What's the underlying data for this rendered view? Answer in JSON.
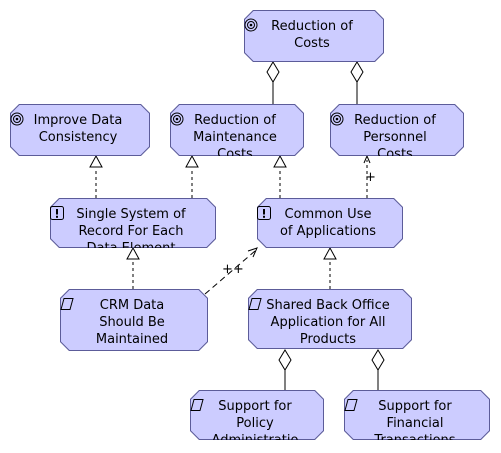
{
  "nodes": {
    "reduction_of_costs": {
      "label": "Reduction of\nCosts",
      "icon": "goal-icon"
    },
    "improve_data_consistency": {
      "label": "Improve Data\nConsistency",
      "icon": "goal-icon"
    },
    "reduction_of_maintenance_costs": {
      "label": "Reduction of\nMaintenance\nCosts",
      "icon": "goal-icon"
    },
    "reduction_of_personnel_costs": {
      "label": "Reduction of\nPersonnel\nCosts",
      "icon": "goal-icon"
    },
    "single_system_of_record": {
      "label": "Single System of\nRecord For Each\nData Element",
      "icon": "principle-icon"
    },
    "common_use_of_applications": {
      "label": "Common Use\nof Applications",
      "icon": "principle-icon"
    },
    "crm_data_maintained": {
      "label": "CRM Data\nShould Be\nMaintained",
      "icon": "requirement-icon"
    },
    "shared_back_office_application": {
      "label": "Shared Back Office\nApplication for All\nProducts",
      "icon": "requirement-icon"
    },
    "support_for_policy_administration": {
      "label": "Support for\nPolicy\nAdministratio",
      "icon": "requirement-icon"
    },
    "support_for_financial_transactions": {
      "label": "Support for\nFinancial\nTransactions",
      "icon": "requirement-icon"
    }
  },
  "edge_labels": {
    "influence_positive_double": "++",
    "influence_positive": "+"
  },
  "colors": {
    "node_fill": "#ccccff",
    "node_border": "#5c5c99",
    "line": "#000000"
  }
}
